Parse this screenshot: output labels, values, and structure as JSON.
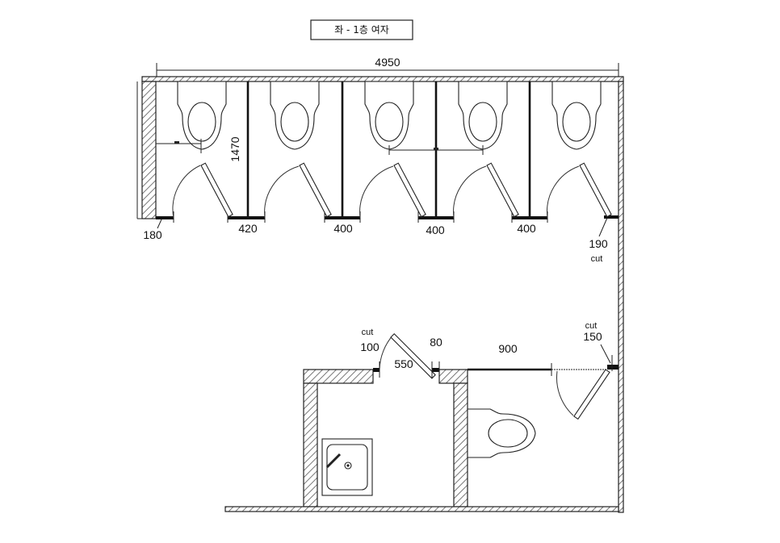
{
  "title": "좌 - 1층 여자",
  "dimensions": {
    "total_width": "4950",
    "stall_depth": "1470",
    "left_end": "180",
    "door_1": "420",
    "door_2": "400",
    "door_3": "400",
    "door_4": "400",
    "right_end": "190",
    "right_end_note": "cut",
    "lower_left": "100",
    "lower_left_note": "cut",
    "lower_door": "550",
    "lower_post": "80",
    "lower_partition": "900",
    "lower_right": "150",
    "lower_right_note": "cut"
  },
  "fixtures": {
    "upper_toilets": [
      "toilet-1",
      "toilet-2",
      "toilet-3",
      "toilet-4",
      "toilet-5"
    ],
    "lower_toilet": "toilet-6",
    "sink": "sink-1",
    "grab_bar_icon": "grab-bar-icon"
  }
}
